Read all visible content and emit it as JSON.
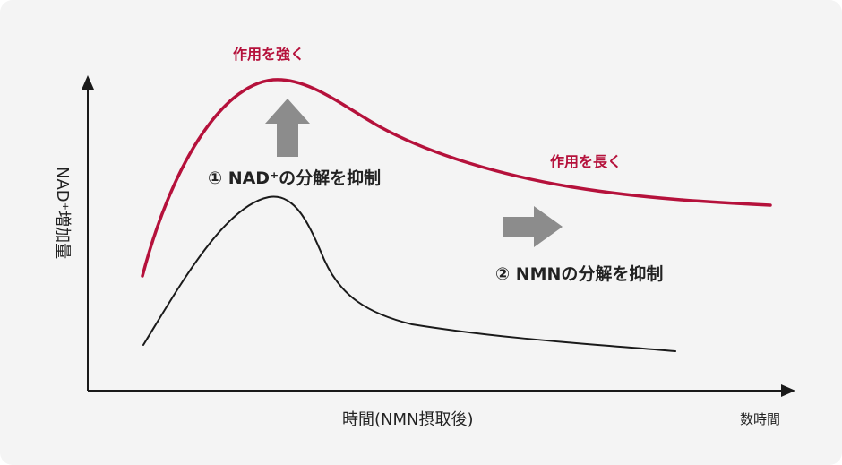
{
  "axes": {
    "y_label": "NAD⁺増加量",
    "x_label": "時間(NMN摂取後)",
    "x_unit": "数時間"
  },
  "annotations": {
    "peak_label": "作用を強く",
    "tail_label": "作用を長く",
    "point1": "① NAD⁺の分解を抑制",
    "point2": "② NMNの分解を抑制"
  },
  "icons": {
    "up": "up-arrow-icon",
    "right": "right-arrow-icon"
  },
  "colors": {
    "background": "#f4f4f4",
    "red_curve": "#b5113b",
    "black_curve": "#1a1a1a",
    "arrow_gray": "#8c8c8c",
    "axis": "#1a1a1a"
  }
}
